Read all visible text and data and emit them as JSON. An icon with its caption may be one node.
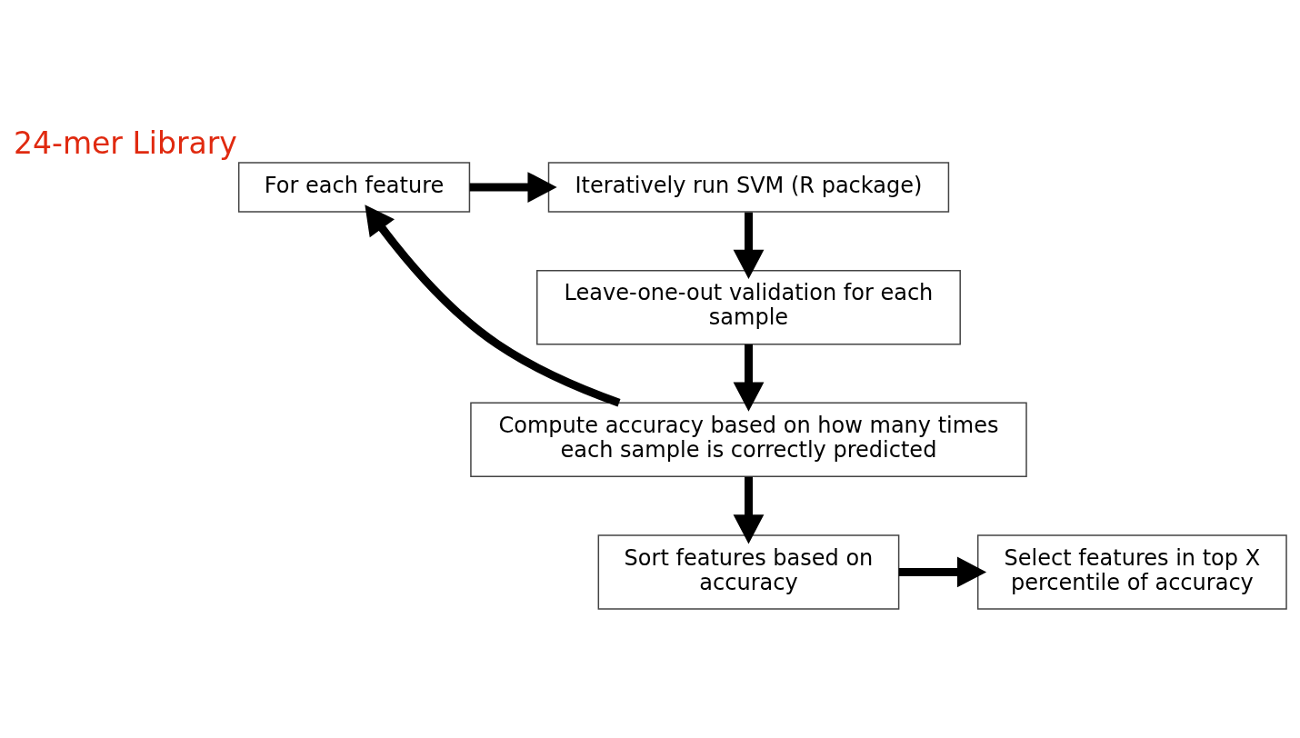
{
  "diagram": {
    "nodes": [
      {
        "text": [
          "For each feature"
        ],
        "beside": [
          "24-mer Library"
        ]
      },
      {
        "text": [
          "Iteratively run SVM (R package)"
        ]
      },
      {
        "text": [
          "Leave-one-out validation for each sample"
        ]
      },
      {
        "text": [
          "Compute accuracy based on how many times each sample is correctly predicted"
        ]
      },
      {
        "text": [
          "Sort features based on accuracy"
        ]
      },
      {
        "text": [
          "Select features in top X percentile of accuracy"
        ]
      }
    ],
    "edges": [
      {
        "from": 0,
        "to": 1,
        "arrow": "to"
      },
      {
        "from": 1,
        "to": 2,
        "arrow": "to"
      },
      {
        "from": 2,
        "to": 3,
        "arrow": "to"
      },
      {
        "from": 3,
        "to": 0,
        "arrow": "to"
      },
      {
        "from": 3,
        "to": 4,
        "arrow": "to"
      },
      {
        "from": 4,
        "to": 5,
        "arrow": "to"
      }
    ]
  }
}
